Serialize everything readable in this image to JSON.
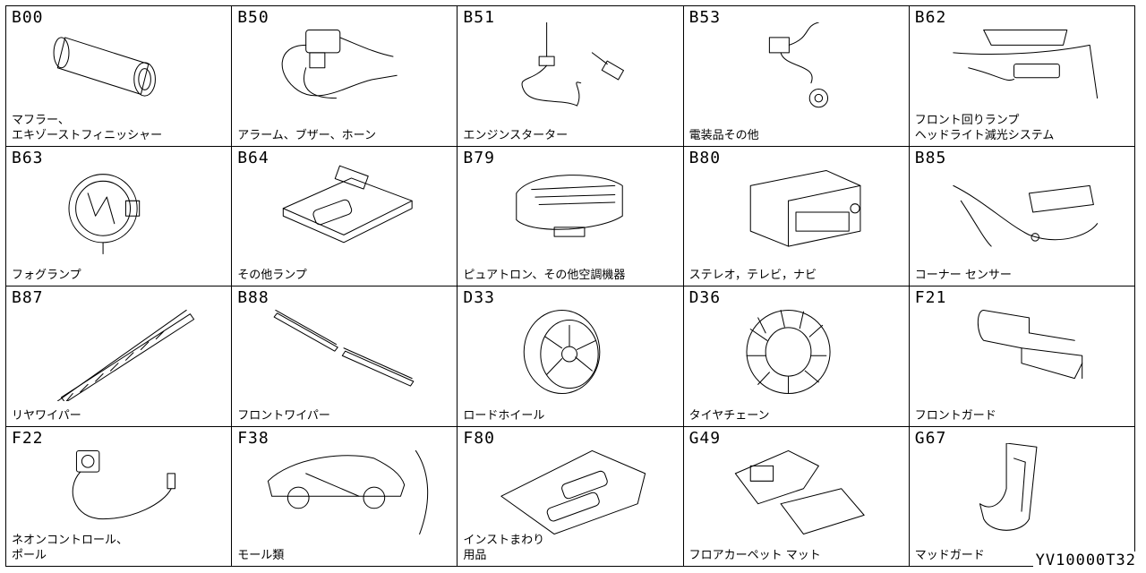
{
  "cells": [
    {
      "code": "B00",
      "caption": "マフラー、\nエキゾーストフィニッシャー",
      "icon": "muffler-icon"
    },
    {
      "code": "B50",
      "caption": "アラーム、ブザー、ホーン",
      "icon": "alarm-horn-icon"
    },
    {
      "code": "B51",
      "caption": "エンジンスターター",
      "icon": "engine-starter-icon"
    },
    {
      "code": "B53",
      "caption": "電装品その他",
      "icon": "electrical-parts-icon"
    },
    {
      "code": "B62",
      "caption": "フロント回りランプ\nヘッドライト減光システム",
      "icon": "front-lamp-icon"
    },
    {
      "code": "B63",
      "caption": "フォグランプ",
      "icon": "fog-lamp-icon"
    },
    {
      "code": "B64",
      "caption": "その他ランプ",
      "icon": "room-lamp-icon"
    },
    {
      "code": "B79",
      "caption": "ピュアトロン、その他空調機器",
      "icon": "air-purifier-icon"
    },
    {
      "code": "B80",
      "caption": "ステレオ，テレビ，ナビ",
      "icon": "stereo-icon"
    },
    {
      "code": "B85",
      "caption": "コーナー センサー",
      "icon": "corner-sensor-icon"
    },
    {
      "code": "B87",
      "caption": "リヤワイパー",
      "icon": "rear-wiper-icon"
    },
    {
      "code": "B88",
      "caption": "フロントワイパー",
      "icon": "front-wiper-icon"
    },
    {
      "code": "D33",
      "caption": "ロードホイール",
      "icon": "road-wheel-icon"
    },
    {
      "code": "D36",
      "caption": "タイヤチェーン",
      "icon": "tire-chain-icon"
    },
    {
      "code": "F21",
      "caption": "フロントガード",
      "icon": "front-guard-icon"
    },
    {
      "code": "F22",
      "caption": "ネオンコントロール、\nポール",
      "icon": "neon-control-icon"
    },
    {
      "code": "F38",
      "caption": "モール類",
      "icon": "molding-icon"
    },
    {
      "code": "F80",
      "caption": "インストまわり\n用品",
      "icon": "instrument-panel-icon"
    },
    {
      "code": "G49",
      "caption": "フロアカーペット マット",
      "icon": "floor-mat-icon"
    },
    {
      "code": "G67",
      "caption": "マッドガード",
      "icon": "mud-guard-icon"
    }
  ],
  "drawing_id": "YV10000T32"
}
